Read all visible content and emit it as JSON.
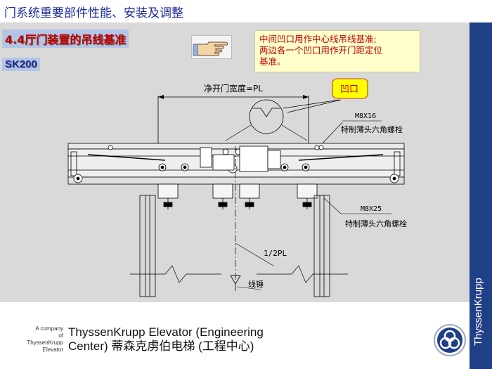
{
  "header": {
    "title": "门系统重要部件性能、安装及调整"
  },
  "section": {
    "label": "4.4厅门装置的吊线基准",
    "model": "SK200"
  },
  "note": {
    "line1": "中间凹口用作中心线吊线基准;",
    "line2": "两边各一个凹口用作开门距定位",
    "line3": "基准。"
  },
  "callout": {
    "label": "凹口"
  },
  "drawing": {
    "width_label": "净开门宽度=PL",
    "bolt_top_spec": "M8X16",
    "bolt_top_name": "特制薄头六角螺栓",
    "bolt_bottom_spec": "M8X25",
    "bolt_bottom_name": "特制薄头六角螺栓",
    "half_label": "1/2PL",
    "plumb_label": "线锤"
  },
  "side": {
    "brand": "ThyssenKrupp"
  },
  "footer": {
    "company_small_1": "A company",
    "company_small_2": "of ThyssenKrupp",
    "company_small_3": "Elevator",
    "company_line1": "ThyssenKrupp Elevator (Engineering",
    "company_line2": "Center)   蒂森克虏伯电梯 (工程中心)"
  },
  "colors": {
    "title": "#1a2a9a",
    "accent_red": "#c00000",
    "side_bar": "#1f3f86",
    "note_bg": "#ffffcc",
    "callout_bg": "#ffff00"
  }
}
